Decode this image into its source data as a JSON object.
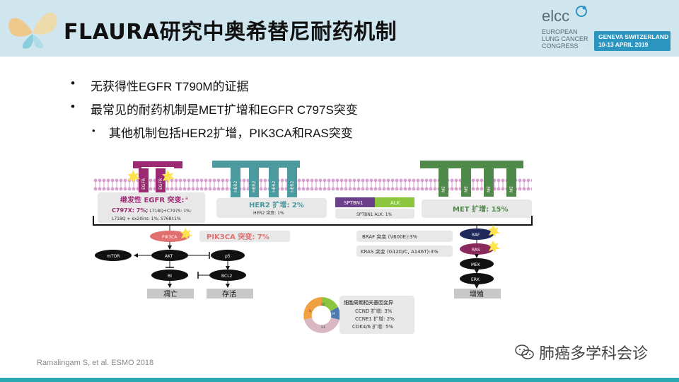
{
  "header": {
    "title": "FLAURA研究中奥希替尼耐药机制",
    "logo": {
      "name": "elcc",
      "lines": [
        "EUROPEAN",
        "LUNG CANCER",
        "CONGRESS"
      ],
      "badge_line1": "GENEVA SWITZERLAND",
      "badge_line2": "10-13 APRIL 2019"
    }
  },
  "bullets": [
    "无获得性EGFR T790M的证据",
    "最常见的耐药机制是MET扩增和EGFR C797S突变"
  ],
  "sub_bullets": [
    "其他机制包括HER2扩增，PIK3CA和RAS突变"
  ],
  "diagram": {
    "receptors": {
      "egfr": [
        "EGFR",
        "EGFR"
      ],
      "her2": [
        "HER2",
        "HER2",
        "HER2",
        "HER2"
      ],
      "met": [
        "ME",
        "ME",
        "ME",
        "ME"
      ]
    },
    "egfr_box": {
      "title": "继发性 EGFR 突变:",
      "sup": "a",
      "line1_bold": "C797X: 7%;",
      "line1_rest": " L718Q+C797S: 1%;",
      "line2": "L718Q + ex20ins: 1%; S768I:1%"
    },
    "her2_box": {
      "title": "HER2 扩增: 2%",
      "sub": "HER2 突变: 1%"
    },
    "fusion_box": {
      "left": "SPTBN1",
      "right": "ALK",
      "sub": "SPTBN1 ALK:  1%"
    },
    "met_box": {
      "title": "MET 扩增: 15%"
    },
    "pik3ca": {
      "node": "PIK3CA",
      "label": "PIK3CA 突变: 7%"
    },
    "nodes": {
      "mtor": "mTOR",
      "akt": "AKT",
      "bi": "BI",
      "p5": "p5",
      "bcl2": "BCL2",
      "raf": "RAF",
      "ras": "RAS",
      "mek": "MEK",
      "erk": "ERK"
    },
    "braf": "BRAF 突变 (V600E):3%",
    "kras": "KRAS 突变 (G12D/C, A146T):3%",
    "outcomes": {
      "death": "凋亡",
      "survival": "存活",
      "proliferation": "增殖"
    },
    "cell_cycle": {
      "title": "细胞周期相关基因变异",
      "lines": [
        "CCND 扩增: 3%",
        "CCNE1 扩增: 2%",
        "CDK4/6 扩增: 5%"
      ],
      "ring_labels": [
        "G2",
        "M",
        "G1",
        "S"
      ]
    }
  },
  "citation": "Ramalingam S, et al. ESMO 2018",
  "watermark": "肺癌多学科会诊",
  "colors": {
    "header_bg": "#cfe6ee",
    "egfr": "#9c2a72",
    "her2": "#4a9aa0",
    "met": "#4f8a4a",
    "alk": "#8cc63f",
    "sptbn1": "#6b3f8a",
    "pik3ca": "#e07070",
    "ras": "#8a2a5a",
    "raf": "#1f2a5a",
    "accent_bar": "#2aa9b5"
  }
}
